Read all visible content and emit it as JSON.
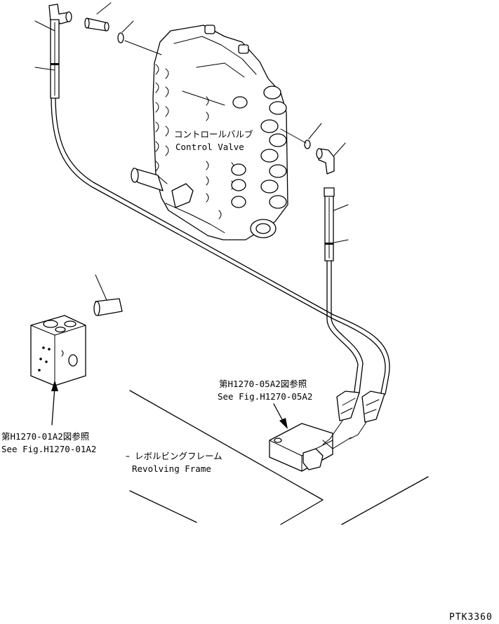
{
  "control_valve": {
    "label_ja": "コントロールバルブ",
    "label_en": "Control Valve"
  },
  "upper_reference": {
    "label_ja": "第H1270-05A2図参照",
    "label_en": "See Fig.H1270-05A2"
  },
  "lower_reference": {
    "label_ja": "第H1270-01A2図参照",
    "label_en": "See Fig.H1270-01A2"
  },
  "frame": {
    "label_ja": "レボルビングフレーム",
    "label_en": "Revolving Frame"
  },
  "drawing_code": "PTK3360"
}
